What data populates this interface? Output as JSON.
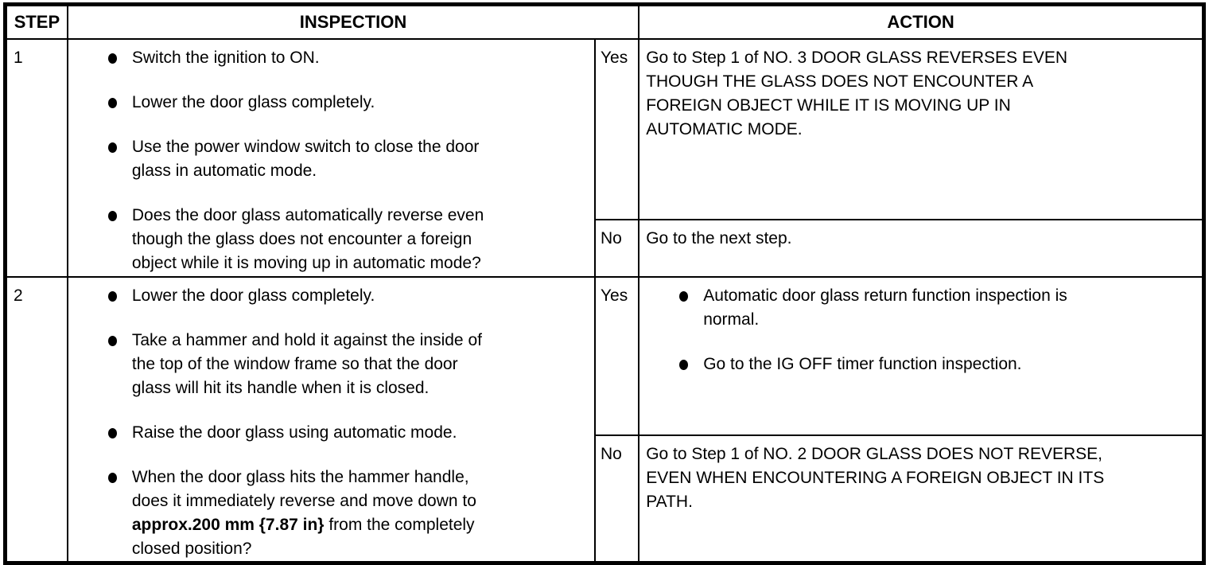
{
  "colors": {
    "background": "#ffffff",
    "text": "#000000",
    "border": "#000000"
  },
  "table": {
    "headers": {
      "step": "STEP",
      "inspection": "INSPECTION",
      "action": "ACTION"
    },
    "steps": [
      {
        "number": "1",
        "inspection_bullets": [
          "Switch the ignition to ON.",
          "Lower the door glass completely.",
          "Use the power window switch to close the door\nglass in automatic mode.",
          "Does the door glass automatically reverse even\nthough the glass does not encounter a foreign\nobject while it is moving up in automatic mode?"
        ],
        "yes_label": "Yes",
        "yes_action": "Go to Step 1 of NO. 3 DOOR GLASS REVERSES EVEN\nTHOUGH THE GLASS DOES NOT ENCOUNTER A\nFOREIGN OBJECT WHILE IT IS MOVING UP IN\nAUTOMATIC MODE.",
        "no_label": "No",
        "no_action": "Go to the next step."
      },
      {
        "number": "2",
        "inspection_bullets": [
          "Lower the door glass completely.",
          "Take a hammer and hold it against the inside of\nthe top of the window frame so that the door\nglass will hit its handle when it is closed.",
          "Raise the door glass using automatic mode."
        ],
        "inspection_bullet_4": {
          "pre": "When the door glass hits the hammer handle,\ndoes it immediately reverse and move down to\n",
          "bold": "approx.200 mm {7.87 in}",
          "post": " from the completely\nclosed position?"
        },
        "yes_label": "Yes",
        "yes_action_bullets": [
          "Automatic door glass return function inspection is\nnormal.",
          "Go to the IG OFF timer function inspection."
        ],
        "no_label": "No",
        "no_action": "Go to Step 1 of NO. 2 DOOR GLASS DOES NOT REVERSE,\nEVEN WHEN ENCOUNTERING A FOREIGN OBJECT IN ITS\nPATH."
      }
    ]
  }
}
